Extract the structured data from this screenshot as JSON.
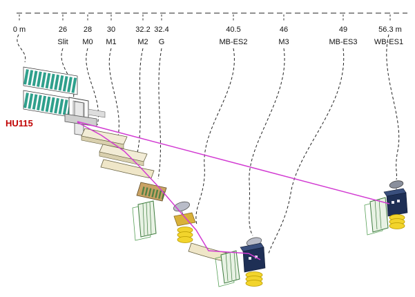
{
  "colors": {
    "beam": "#d23bd2",
    "undulator": "#2fa08c",
    "undulator_label": "#c00000",
    "leader": "#222222",
    "mirror_fill": "#f2ecd6",
    "panel_green": "#3c7a3c",
    "coil_yellow": "#f2d42c",
    "station_navy": "#1e2f55"
  },
  "undulator": {
    "label": "HU115"
  },
  "ruler": {
    "ticks": [
      {
        "distance": "0 m",
        "component": ""
      },
      {
        "distance": "26",
        "component": "Slit"
      },
      {
        "distance": "28",
        "component": "M0"
      },
      {
        "distance": "30",
        "component": "M1"
      },
      {
        "distance": "32.2",
        "component": "M2"
      },
      {
        "distance": "32.4",
        "component": "G"
      },
      {
        "distance": "40.5",
        "component": "MB-ES2"
      },
      {
        "distance": "46",
        "component": "M3"
      },
      {
        "distance": "49",
        "component": "MB-ES3"
      },
      {
        "distance": "56.3 m",
        "component": "WB-ES1"
      }
    ]
  }
}
